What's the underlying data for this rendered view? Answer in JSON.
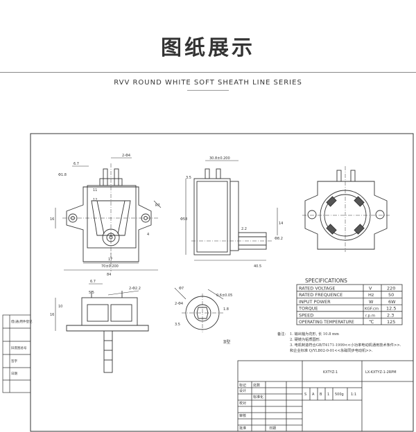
{
  "header": {
    "title": "图纸展示",
    "subtitle": "RVV ROUND WHITE SOFT SHEATH LINE SERIES"
  },
  "front_view": {
    "dim_top_left": "6.7",
    "dim_top_right": "2-Φ4",
    "dim_left_hole": "Φ1.8",
    "dim_left_vert": "16",
    "dim_inner_top": "11",
    "dim_inner_mid": "12",
    "dim_right_hole": "R7",
    "dim_right_small": "4",
    "dim_bottom_inner": "17",
    "dim_bottom_span": "70±0.200",
    "dim_overall": "84"
  },
  "side_view": {
    "dim_top": "30.8±0.200",
    "dim_height": "Φ58",
    "dim_left_small": "3.5",
    "dim_shaft_len": "2.2",
    "dim_shaft_dia": "Φ8.2",
    "dim_right": "14",
    "dim_bottom": "40.5"
  },
  "bottom_view": {
    "dim_a": "6.7",
    "dim_b": "2-Φ2.2",
    "dim_c": "5.5",
    "dim_d": "16",
    "dim_e": "10"
  },
  "shaft_detail": {
    "dim_a": "Φ7",
    "dim_b": "2-Φ4",
    "dim_c": "0.6±0.05",
    "dim_d": "1.8",
    "dim_e": "3.5",
    "caption": "B型"
  },
  "specs": {
    "title": "SPECIFICATIONS",
    "rows": [
      {
        "label": "RATED VOLTAGE",
        "unit": "V",
        "value": "220"
      },
      {
        "label": "RATED FREQUENCE",
        "unit": "Hz",
        "value": "50"
      },
      {
        "label": "INPUT POWER",
        "unit": "W",
        "value": "6W"
      },
      {
        "label": "TORQUE",
        "unit": "KGF.cm",
        "value": "12.5"
      },
      {
        "label": "SPEED",
        "unit": "r.p.m",
        "value": "2.3"
      },
      {
        "label": "OPERATING TEMPERATURE",
        "unit": "℃",
        "value": "125"
      }
    ]
  },
  "notes": {
    "title": "备注:",
    "lines": [
      "1. 输出轴为花形, 长 10.8 mm",
      "2. 硬镜为铝质圆形.",
      "3. 电机制造符合GB/T4171-1999<<小功率电动机通用技术条件>>.",
      "   和企业标准 Q/YLB02-0-01<<永磁同步电动机>>."
    ]
  },
  "title_block": {
    "model": "KXTYZ-1",
    "drawing_no": "LX-KXTYZ-1-2RPM",
    "weight": "500g",
    "scale": "1:1",
    "letters": [
      "S",
      "A",
      "B",
      "1"
    ],
    "label_a": "标记",
    "label_b": "处数",
    "label_c": "设计",
    "label_d": "标准化",
    "label_e": "校对",
    "label_f": "审核",
    "label_g": "批准",
    "label_h": "日期"
  },
  "left_strip": {
    "items": [
      "借(通)用件登记",
      "旧底图总号",
      "签字",
      "日期"
    ]
  }
}
